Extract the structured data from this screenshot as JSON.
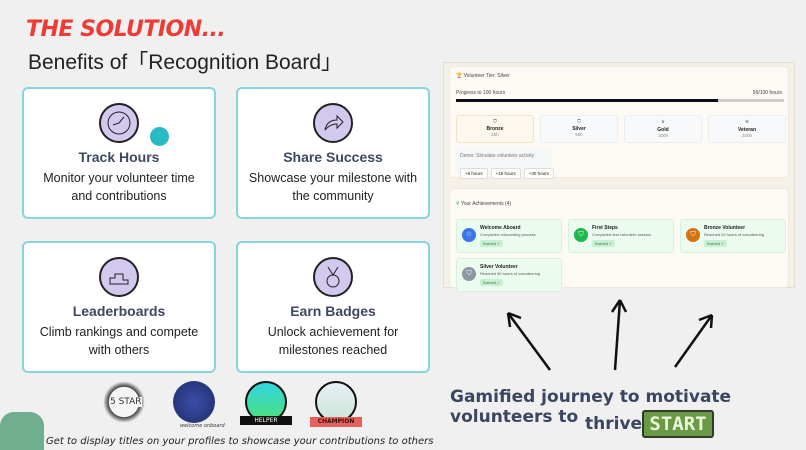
{
  "header": {
    "kicker": "THE SOLUTION...",
    "title": "Benefits of「Recognition Board」"
  },
  "cards": [
    {
      "title": "Track Hours",
      "desc": "Monitor your volunteer time and contributions",
      "icon": "clock-icon"
    },
    {
      "title": "Share Success",
      "desc": "Showcase your milestone with the community",
      "icon": "share-arrow-icon"
    },
    {
      "title": "Leaderboards",
      "desc": "Climb rankings and compete with others",
      "icon": "podium-icon"
    },
    {
      "title": "Earn Badges",
      "desc": "Unlock achievement for milestones reached",
      "icon": "medal-icon"
    }
  ],
  "app": {
    "tier_label": "Volunteer Tier: Silver",
    "progress_label": "Progress to 100 hours",
    "progress_value": "90/100 hours",
    "progress_fraction": 0.8,
    "tiers": [
      {
        "name": "Bronze",
        "hours": "20h"
      },
      {
        "name": "Silver",
        "hours": "50h"
      },
      {
        "name": "Gold",
        "hours": "100h"
      },
      {
        "name": "Veteran",
        "hours": "200h"
      }
    ],
    "demo_label": "Demo: Simulate volunteer activity",
    "demo_buttons": [
      "+5 hours",
      "+15 hours",
      "+30 hours"
    ],
    "achievements_title": "Your Achievements (4)",
    "achievements": [
      {
        "title": "Welcome Aboard",
        "desc": "Completed onboarding process",
        "status": "Earned ✓",
        "color": "#3b76e8"
      },
      {
        "title": "First Steps",
        "desc": "Completed first volunteer session",
        "status": "Earned ✓",
        "color": "#1fb84e"
      },
      {
        "title": "Bronze Volunteer",
        "desc": "Reached 20 hours of volunteering",
        "status": "Earned ✓",
        "color": "#d4720e"
      },
      {
        "title": "Silver Volunteer",
        "desc": "Reached 50 hours of volunteering",
        "status": "Earned ✓",
        "color": "#8e95a3"
      }
    ]
  },
  "tagline": {
    "line1": "Gamified journey to motivate volunteers to",
    "line2": "thrive",
    "start": "START"
  },
  "badges": {
    "items": [
      "5 STAR",
      "welcome onboard",
      "HELPER",
      "CHAMPION"
    ],
    "caption": "Get to display titles on your profiles to showcase your contributions to others"
  }
}
